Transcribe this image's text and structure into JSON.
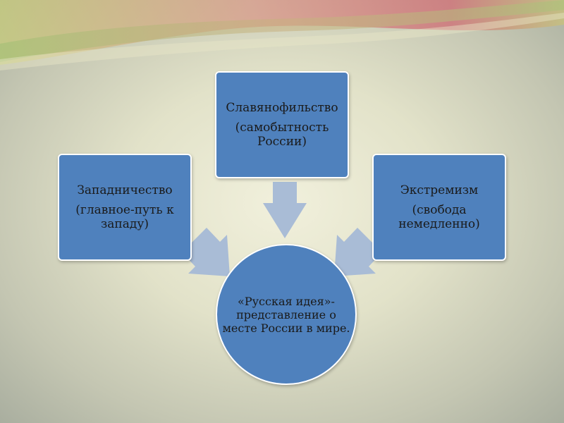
{
  "colors": {
    "node_fill": "#4f81bd",
    "node_border": "#ffffff",
    "arrow_fill": "#a9bcd6"
  },
  "nodes": {
    "west": {
      "title": "Западничество",
      "subtitle": "(главное-путь к западу)"
    },
    "slav": {
      "title": "Славянофильство",
      "subtitle": "(самобытность России)"
    },
    "extreme": {
      "title": "Экстремизм",
      "subtitle": "(свобода немедленно)"
    },
    "center": {
      "line1": "«Русская идея»-",
      "line2": "представление о",
      "line3": "месте России в мире."
    }
  },
  "connections": [
    {
      "from": "west",
      "to": "center"
    },
    {
      "from": "slav",
      "to": "center"
    },
    {
      "from": "extreme",
      "to": "center"
    }
  ]
}
